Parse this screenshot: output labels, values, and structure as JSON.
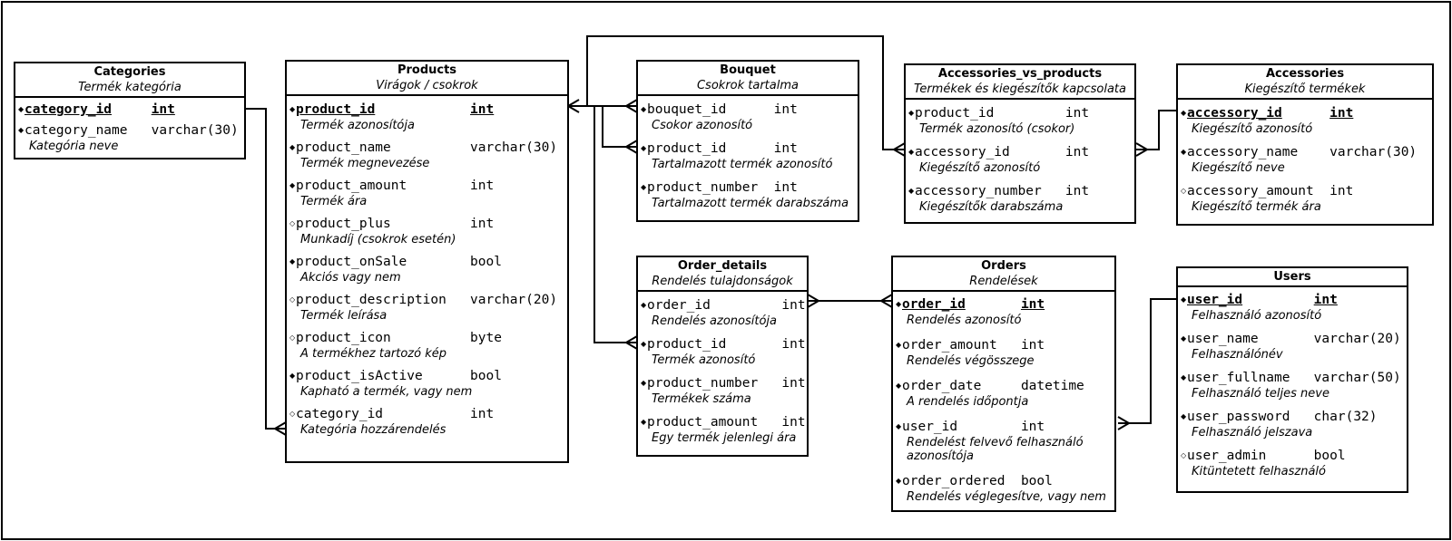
{
  "entities": {
    "categories": {
      "name": "Categories",
      "description": "Termék kategória",
      "fields": [
        {
          "name": "category_id",
          "type": "int",
          "description": "",
          "key": "pk"
        },
        {
          "name": "category_name",
          "type": "varchar(30)",
          "description": "Kategória neve",
          "key": "required"
        }
      ]
    },
    "products": {
      "name": "Products",
      "description": "Virágok / csokrok",
      "fields": [
        {
          "name": "product_id",
          "type": "int",
          "description": "Termék azonosítója",
          "key": "pk"
        },
        {
          "name": "product_name",
          "type": "varchar(30)",
          "description": "Termék megnevezése",
          "key": "required"
        },
        {
          "name": "product_amount",
          "type": "int",
          "description": "Termék ára",
          "key": "required"
        },
        {
          "name": "product_plus",
          "type": "int",
          "description": "Munkadíj (csokrok esetén)",
          "key": "optional"
        },
        {
          "name": "product_onSale",
          "type": "bool",
          "description": "Akciós vagy nem",
          "key": "required"
        },
        {
          "name": "product_description",
          "type": "varchar(20)",
          "description": "Termék leírása",
          "key": "optional"
        },
        {
          "name": "product_icon",
          "type": "byte",
          "description": "A termékhez tartozó kép",
          "key": "optional"
        },
        {
          "name": "product_isActive",
          "type": "bool",
          "description": "Kapható a termék, vagy nem",
          "key": "required"
        },
        {
          "name": "category_id",
          "type": "int",
          "description": "Kategória hozzárendelés",
          "key": "optional"
        }
      ]
    },
    "bouquet": {
      "name": "Bouquet",
      "description": "Csokrok tartalma",
      "fields": [
        {
          "name": "bouquet_id",
          "type": "int",
          "description": "Csokor azonosító",
          "key": "required"
        },
        {
          "name": "product_id",
          "type": "int",
          "description": "Tartalmazott termék azonosító",
          "key": "required"
        },
        {
          "name": "product_number",
          "type": "int",
          "description": "Tartalmazott termék darabszáma",
          "key": "required"
        }
      ]
    },
    "accessories_vs_products": {
      "name": "Accessories_vs_products",
      "description": "Termékek és kiegészítők kapcsolata",
      "fields": [
        {
          "name": "product_id",
          "type": "int",
          "description": "Termék azonosító (csokor)",
          "key": "required"
        },
        {
          "name": "accessory_id",
          "type": "int",
          "description": "Kiegészítő azonosító",
          "key": "required"
        },
        {
          "name": "accessory_number",
          "type": "int",
          "description": "Kiegészítők darabszáma",
          "key": "required"
        }
      ]
    },
    "accessories": {
      "name": "Accessories",
      "description": "Kiegészítő termékek",
      "fields": [
        {
          "name": "accessory_id",
          "type": "int",
          "description": "Kiegészítő azonosító",
          "key": "pk"
        },
        {
          "name": "accessory_name",
          "type": "varchar(30)",
          "description": "Kiegészítő neve",
          "key": "required"
        },
        {
          "name": "accessory_amount",
          "type": "int",
          "description": "Kiegészítő termék ára",
          "key": "optional"
        }
      ]
    },
    "order_details": {
      "name": "Order_details",
      "description": "Rendelés tulajdonságok",
      "fields": [
        {
          "name": "order_id",
          "type": "int",
          "description": "Rendelés azonosítója",
          "key": "required"
        },
        {
          "name": "product_id",
          "type": "int",
          "description": "Termék azonosító",
          "key": "required"
        },
        {
          "name": "product_number",
          "type": "int",
          "description": "Termékek száma",
          "key": "required"
        },
        {
          "name": "product_amount",
          "type": "int",
          "description": "Egy termék jelenlegi ára",
          "key": "required"
        }
      ]
    },
    "orders": {
      "name": "Orders",
      "description": "Rendelések",
      "fields": [
        {
          "name": "order_id",
          "type": "int",
          "description": "Rendelés azonosító",
          "key": "pk"
        },
        {
          "name": "order_amount",
          "type": "int",
          "description": "Rendelés végösszege",
          "key": "required"
        },
        {
          "name": "order_date",
          "type": "datetime",
          "description": "A rendelés időpontja",
          "key": "required"
        },
        {
          "name": "user_id",
          "type": "int",
          "description": "Rendelést felvevő felhasználó azonosítója",
          "key": "required"
        },
        {
          "name": "order_ordered",
          "type": "bool",
          "description": "Rendelés véglegesítve, vagy nem",
          "key": "required"
        }
      ]
    },
    "users": {
      "name": "Users",
      "description": "",
      "fields": [
        {
          "name": "user_id",
          "type": "int",
          "description": "Felhasználó azonosító",
          "key": "pk"
        },
        {
          "name": "user_name",
          "type": "varchar(20)",
          "description": "Felhasználónév",
          "key": "required"
        },
        {
          "name": "user_fullname",
          "type": "varchar(50)",
          "description": "Felhasználó teljes neve",
          "key": "required"
        },
        {
          "name": "user_password",
          "type": "char(32)",
          "description": "Felhasználó jelszava",
          "key": "required"
        },
        {
          "name": "user_admin",
          "type": "bool",
          "description": "Kitüntetett felhasználó",
          "key": "optional"
        }
      ]
    }
  },
  "relationships": [
    {
      "from": "categories.category_id",
      "to": "products.category_id",
      "cardinality": "one-to-many"
    },
    {
      "from": "products.product_id",
      "to": "bouquet.bouquet_id",
      "cardinality": "many-to-many"
    },
    {
      "from": "products.product_id",
      "to": "bouquet.product_id",
      "cardinality": "one-to-many"
    },
    {
      "from": "products.product_id",
      "to": "accessories_vs_products.product_id",
      "cardinality": "one-to-many"
    },
    {
      "from": "products.product_id",
      "to": "order_details.product_id",
      "cardinality": "one-to-many"
    },
    {
      "from": "accessories.accessory_id",
      "to": "accessories_vs_products.accessory_id",
      "cardinality": "one-to-many"
    },
    {
      "from": "orders.order_id",
      "to": "order_details.order_id",
      "cardinality": "one-to-many"
    },
    {
      "from": "users.user_id",
      "to": "orders.user_id",
      "cardinality": "one-to-many"
    }
  ]
}
